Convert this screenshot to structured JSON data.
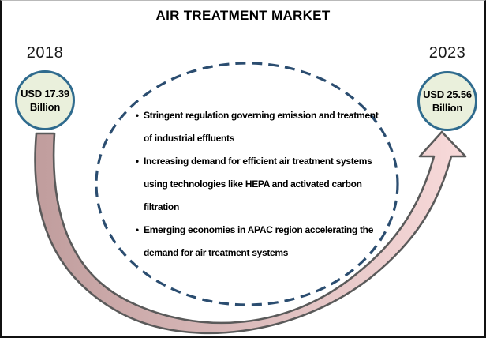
{
  "title": "AIR TREATMENT MARKET",
  "timeline": {
    "start": {
      "year": "2018",
      "value": "USD 17.39",
      "unit": "Billion"
    },
    "end": {
      "year": "2023",
      "value": "USD 25.56",
      "unit": "Billion"
    }
  },
  "drivers": {
    "bullet_char": "•",
    "items": [
      {
        "text": "Stringent regulation governing emission and treatment of industrial effluents"
      },
      {
        "text": "Increasing demand for efficient air treatment systems using technologies like HEPA and activated carbon filtration"
      },
      {
        "text": "Emerging economies in APAC region accelerating the demand for air treatment systems"
      }
    ]
  },
  "colors": {
    "badge_fill": "#eaf0dc",
    "badge_border": "#2f6b8e",
    "ellipse_dash": "#2b4d70",
    "arrow_fill_start": "#c09d9d",
    "arrow_fill_mid": "#d9b9b9",
    "arrow_fill_end": "#f8dada",
    "arrow_outline": "#5a5a5a"
  },
  "chart_data": {
    "type": "bar",
    "title": "AIR TREATMENT MARKET",
    "unit": "USD Billion",
    "categories": [
      "2018",
      "2023"
    ],
    "values": [
      17.39,
      25.56
    ],
    "value_labels": [
      "USD 17.39 Billion",
      "USD 25.56 Billion"
    ],
    "annotations": [
      "Stringent regulation governing emission and treatment of industrial effluents",
      "Increasing demand for efficient air treatment systems using technologies like HEPA and activated carbon filtration",
      "Emerging economies in APAC region accelerating the demand for air treatment systems"
    ]
  }
}
